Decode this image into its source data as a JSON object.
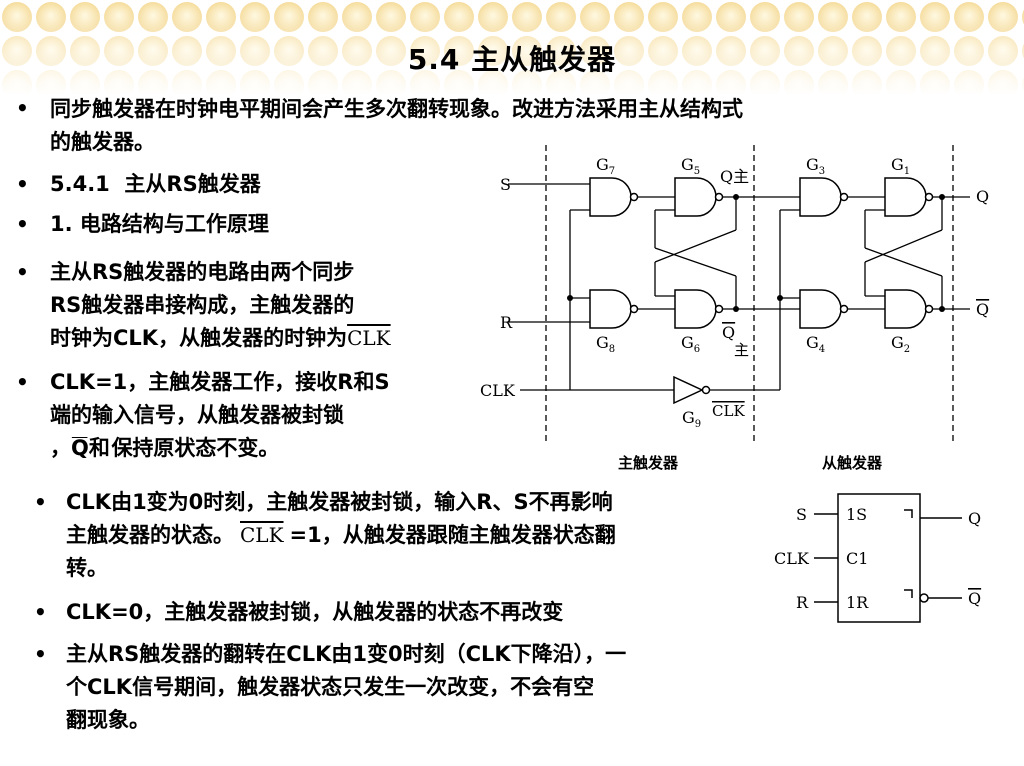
{
  "title": "5.4  主从触发器",
  "bullets": {
    "b1_line1": "同步触发器在时钟电平期间会产生多次翻转现象。改进方法采用主从结构式",
    "b1_line2": "的触发器。",
    "b2": "5.4.1  主从RS触发器",
    "b3": "1. 电路结构与工作原理",
    "b4_line1": "主从RS触发器的电路由两个同步",
    "b4_line2": "RS触发器串接构成，主触发器的",
    "b4_line3": "时钟为CLK，从触发器的时钟为",
    "b4_clk": "CLK",
    "b5_line1": "CLK=1，主触发器工作，接收R和S",
    "b5_line2": "端的输入信号，从触发器被封锁",
    "b5_line3_a": "，Q和",
    "b5_line3_b": "保持原状态不变。",
    "b5_qbar": "Q",
    "b6_line1": "CLK由1变为0时刻，主触发器被封锁，输入R、S不再影响",
    "b6_line2_a": "主触发器的状态。",
    "b6_clk": "CLK",
    "b6_line2_b": "=1，从触发器跟随主触发器状态翻",
    "b6_line3": "转。",
    "b7": "CLK=0，主触发器被封锁，从触发器的状态不再改变",
    "b8_line1": "主从RS触发器的翻转在CLK由1变0时刻（CLK下降沿），一",
    "b8_line2": "个CLK信号期间，触发器状态只发生一次改变，不会有空",
    "b8_line3": "翻现象。"
  },
  "bullet_symbol": "•",
  "circuit": {
    "s": "S",
    "r": "R",
    "clk": "CLK",
    "g7": "G",
    "g7n": "7",
    "g5": "G",
    "g5n": "5",
    "g3": "G",
    "g3n": "3",
    "g1": "G",
    "g1n": "1",
    "g8": "G",
    "g8n": "8",
    "g6": "G",
    "g6n": "6",
    "g4": "G",
    "g4n": "4",
    "g2": "G",
    "g2n": "2",
    "g9": "G",
    "g9n": "9",
    "q_master": "Q主",
    "qbar_master": "Q",
    "zhu": "主",
    "q": "Q",
    "qbar": "Q",
    "clkbar": "CLK",
    "master_label": "主触发器",
    "slave_label": "从触发器"
  },
  "symbol": {
    "s": "S",
    "clk": "CLK",
    "r": "R",
    "p1s": "1S",
    "pc1": "C1",
    "p1r": "1R",
    "q": "Q",
    "qbar": "Q"
  }
}
